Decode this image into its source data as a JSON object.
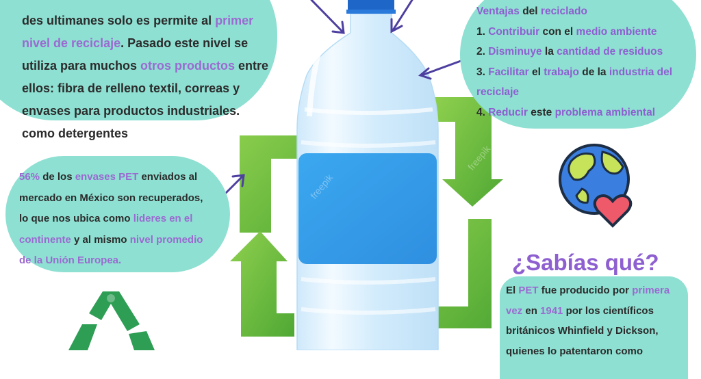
{
  "top_left_bubble": {
    "line1": {
      "pre": "des ultimanes solo es permite al ",
      "hl": "primer"
    },
    "line2": {
      "hl": "nivel de reciclaje",
      "post": ". Pasado este nivel se"
    },
    "line3": {
      "pre": "utiliza para muchos ",
      "hl": "otros productos",
      "post": " entre"
    },
    "line4": "ellos: fibra de relleno textil, correas y",
    "line5": "envases para productos industriales.",
    "line6": "como detergentes"
  },
  "ventajas": {
    "title_a": "Ventajas",
    "title_b": " del ",
    "title_c": "reciclado",
    "items": [
      {
        "num": "1. ",
        "w1": "Contribuir",
        "w2": " con el ",
        "w3": "medio ambiente"
      },
      {
        "num": "2. ",
        "w1": "Disminuye",
        "w2": " la ",
        "w3": "cantidad de residuos"
      },
      {
        "num": "3. ",
        "w1": "Facilitar",
        "w2": " el ",
        "w3": "trabajo",
        "w4": " de la ",
        "w5": "industria del"
      },
      {
        "cont": "reciclaje"
      },
      {
        "num": "4. ",
        "w1": "Reducir",
        "w2": " este ",
        "w3": "problema ambiental"
      }
    ]
  },
  "mexico": {
    "l1": {
      "hl1": "56%",
      "t1": " de los ",
      "hl2": "envases PET",
      "t2": " enviados al"
    },
    "l2": "mercado en México son recuperados,",
    "l3": {
      "t1": "lo que nos ubica como ",
      "hl": "lideres en el"
    },
    "l4": {
      "hl1": "continente",
      "t1": " y al mismo ",
      "hl2": "nivel promedio"
    },
    "l5": {
      "hl": "de la Unión Europea."
    }
  },
  "sabias": {
    "title": "¿Sabías qué?",
    "l1": {
      "t1": "El ",
      "hl1": "PET",
      "t2": " fue producido por ",
      "hl2": "primera"
    },
    "l2": {
      "hl1": "vez",
      "t1": " en ",
      "hl2": "1941",
      "t2": " por los científicos"
    },
    "l3": "británicos Whinfield y Dickson,",
    "l4": "quienes lo patentaron como"
  },
  "colors": {
    "bubble": "#8ee0d2",
    "highlight": "#9b6ad1",
    "text": "#2b2b2b",
    "arrow_green": "#6bbf3a",
    "label_blue": "#3f9de8",
    "cap_blue": "#1e66c8",
    "pointer_arrow": "#4d3fa0"
  },
  "icons": [
    "water-bottle-icon",
    "recycle-arrow-icon",
    "earth-heart-icon",
    "recycle-bottles-icon",
    "pointer-arrow-icon"
  ],
  "watermark": "freepik"
}
